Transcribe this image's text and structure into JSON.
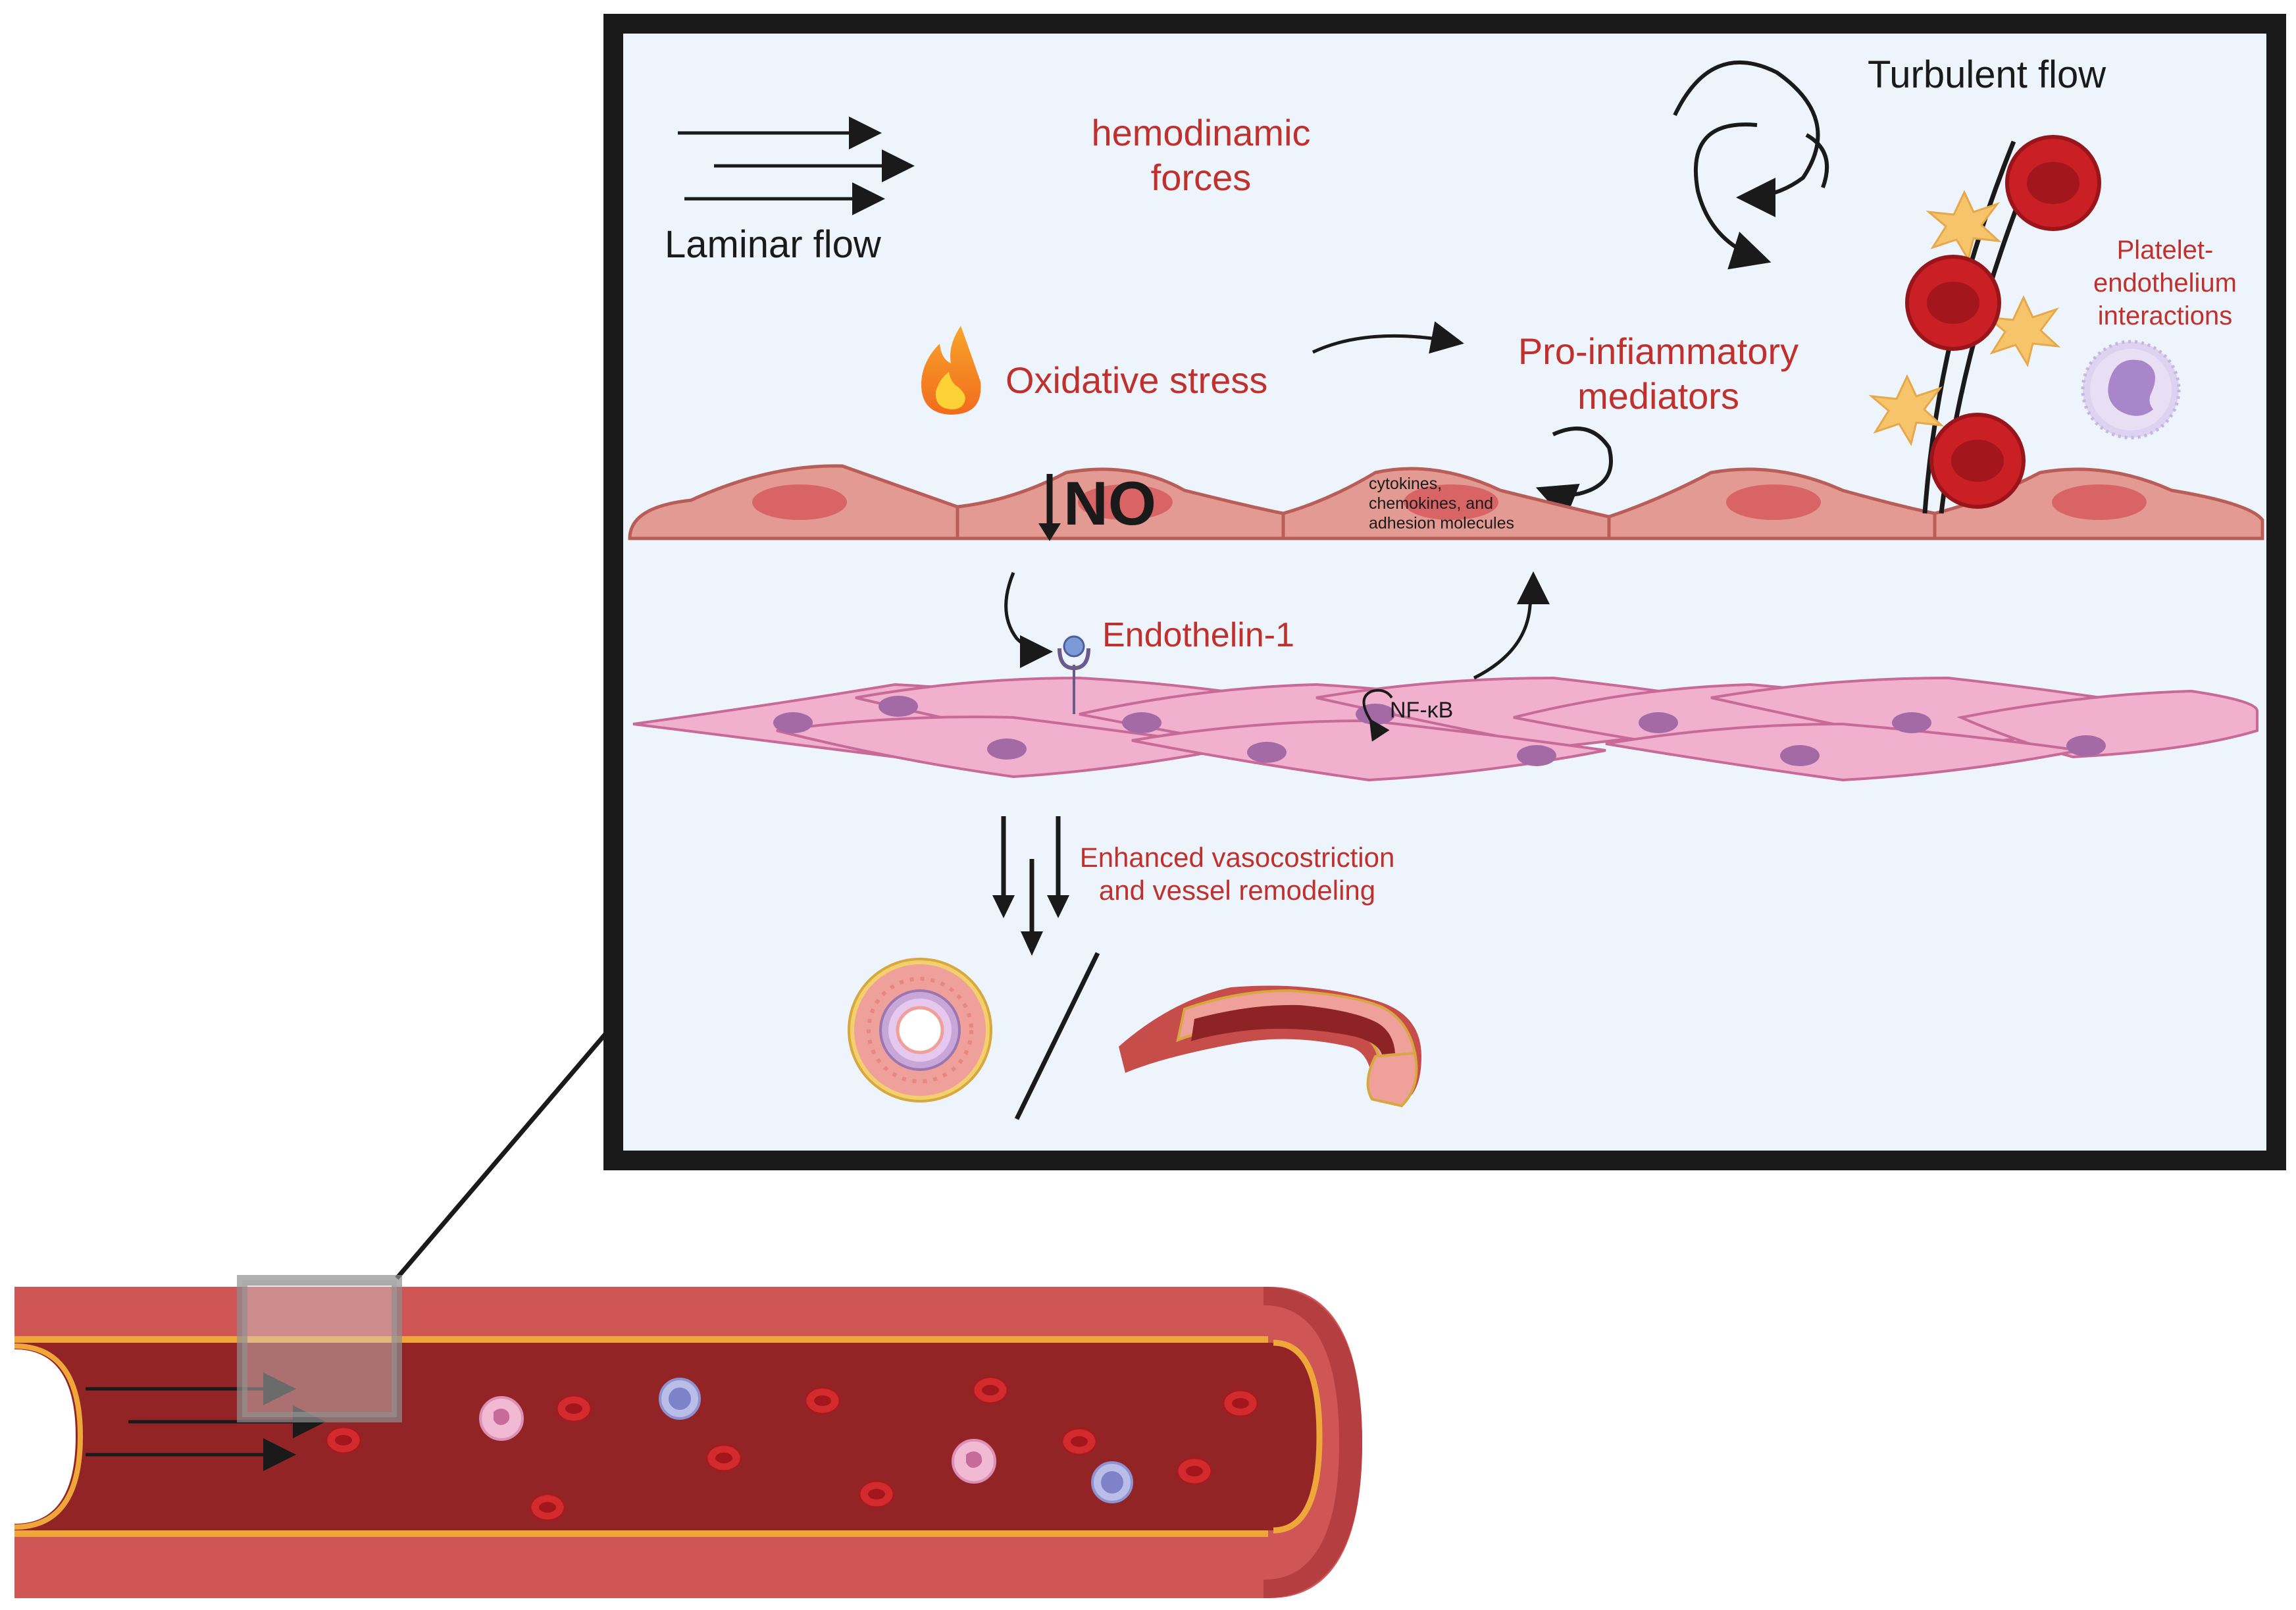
{
  "labels": {
    "hemodynamic_line1": "hemodinamic",
    "hemodynamic_line2": "forces",
    "laminar_flow": "Laminar flow",
    "turbulent_flow": "Turbulent flow",
    "oxidative_stress": "Oxidative stress",
    "pro_inflammatory_line1": "Pro-infiammatory",
    "pro_inflammatory_line2": "mediators",
    "platelet_line1": "Platelet-",
    "platelet_line2": "endothelium",
    "platelet_line3": "interactions",
    "no_label": "NO",
    "cytokines_line1": "cytokines,",
    "cytokines_line2": "chemokines, and",
    "cytokines_line3": "adhesion molecules",
    "endothelin": "Endothelin-1",
    "nfkb": "NF-κB",
    "vaso_line1": "Enhanced vasocostriction",
    "vaso_line2": "and vessel remodeling"
  },
  "colors": {
    "accent_red": "#c0302c",
    "panel_bg": "#eef4fb",
    "endothelium": "#e39a92",
    "smooth_muscle": "#f2b0cf",
    "vessel_wall": "#d05656",
    "vessel_lumen": "#922426"
  },
  "icons": [
    "flame-icon",
    "receptor-icon",
    "platelet-icon",
    "leukocyte-icon",
    "red-blood-cell-icon",
    "vessel-cross-section-icon",
    "vessel-longitudinal-icon"
  ]
}
